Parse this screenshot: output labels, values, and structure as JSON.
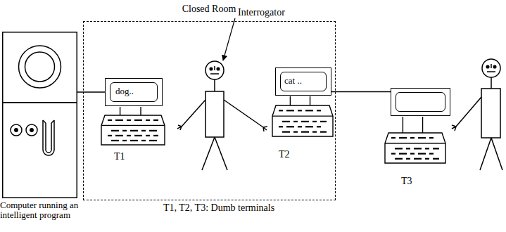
{
  "diagram": {
    "caption": "T1, T2, T3: Dumb terminals",
    "nodes": [
      {
        "text": [
          "Closed Room"
        ]
      },
      {
        "text": [
          "Computer running an intelligent program"
        ]
      },
      {
        "text": [
          "dog..",
          "T1"
        ],
        "in": 0
      },
      {
        "text": [
          "cat ..",
          "T2"
        ],
        "in": 0
      },
      {
        "text": [
          "T3"
        ]
      }
    ],
    "edges": [
      {
        "from": 1,
        "to": 2,
        "arrow": "none"
      },
      {
        "from": 3,
        "to": 4,
        "arrow": "none"
      }
    ],
    "labels": [
      "Interrogator"
    ]
  }
}
